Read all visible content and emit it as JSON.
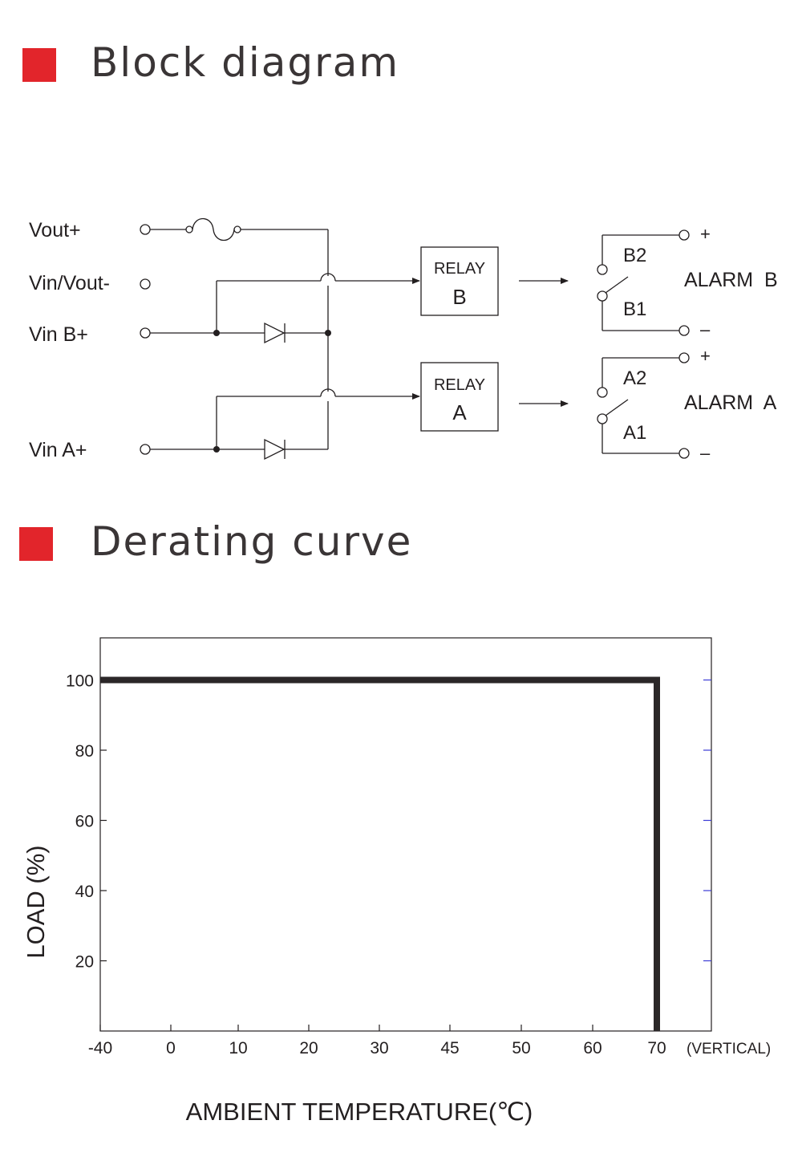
{
  "colors": {
    "accent": "#e2252b",
    "ink": "#231f20",
    "tick_right": "#3b3bd6"
  },
  "block_diagram": {
    "title": "Block diagram",
    "inputs": {
      "vout_plus": "Vout+",
      "vin_vout_minus": "Vin/Vout-",
      "vin_b_plus": "Vin B+",
      "vin_a_plus": "Vin A+"
    },
    "relays": [
      {
        "label": "RELAY",
        "letter": "B"
      },
      {
        "label": "RELAY",
        "letter": "A"
      }
    ],
    "alarms": [
      {
        "name": "ALARM  B",
        "contact_top": "B2",
        "contact_bottom": "B1",
        "plus": "+",
        "minus": "–"
      },
      {
        "name": "ALARM  A",
        "contact_top": "A2",
        "contact_bottom": "A1",
        "plus": "+",
        "minus": "–"
      }
    ]
  },
  "derating": {
    "title": "Derating curve",
    "note": "(VERTICAL)"
  },
  "chart_data": {
    "type": "line",
    "title": "",
    "xlabel": "AMBIENT TEMPERATURE(℃)",
    "ylabel": "LOAD (%)",
    "x_tick_labels": [
      "-40",
      "0",
      "10",
      "20",
      "30",
      "45",
      "50",
      "60",
      "70"
    ],
    "y_tick_labels": [
      "20",
      "40",
      "60",
      "80",
      "100"
    ],
    "ylim": [
      0,
      112
    ],
    "series": [
      {
        "x": [
          -40,
          70,
          70
        ],
        "y": [
          100,
          100,
          0
        ]
      }
    ],
    "grid": false
  }
}
